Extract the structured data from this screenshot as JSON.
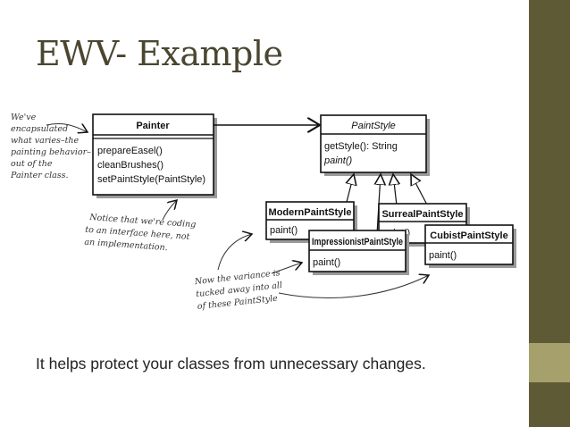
{
  "slide": {
    "title": "EWV- Example",
    "caption": "It helps protect your classes from unnecessary changes."
  },
  "diagram": {
    "painter": {
      "name": "Painter",
      "methods": [
        "prepareEasel()",
        "cleanBrushes()",
        "setPaintStyle(PaintStyle)"
      ]
    },
    "paint_style": {
      "name": "PaintStyle",
      "methods": [
        "getStyle(): String",
        "paint()"
      ]
    },
    "subclasses": [
      {
        "name": "ModernPaintStyle",
        "method": "paint()"
      },
      {
        "name": "SurrealPaintStyle",
        "method": "paint()"
      },
      {
        "name": "ImpressionistPaintStyle",
        "method": "paint()"
      },
      {
        "name": "CubistPaintStyle",
        "method": "paint()"
      }
    ],
    "notes": {
      "encapsulated": [
        "We've",
        "encapsulated",
        "what varies–the",
        "painting behavior–",
        "out of the",
        "Painter class."
      ],
      "interface": [
        "Notice that we're coding",
        "to an interface here, not",
        "an implementation."
      ],
      "variance": [
        "Now the variance is",
        "tucked away into all",
        "of these PaintStyle"
      ]
    }
  },
  "colors": {
    "side_band": "#5e5a36",
    "side_accent": "#a5a06c",
    "title": "#4a4630"
  }
}
